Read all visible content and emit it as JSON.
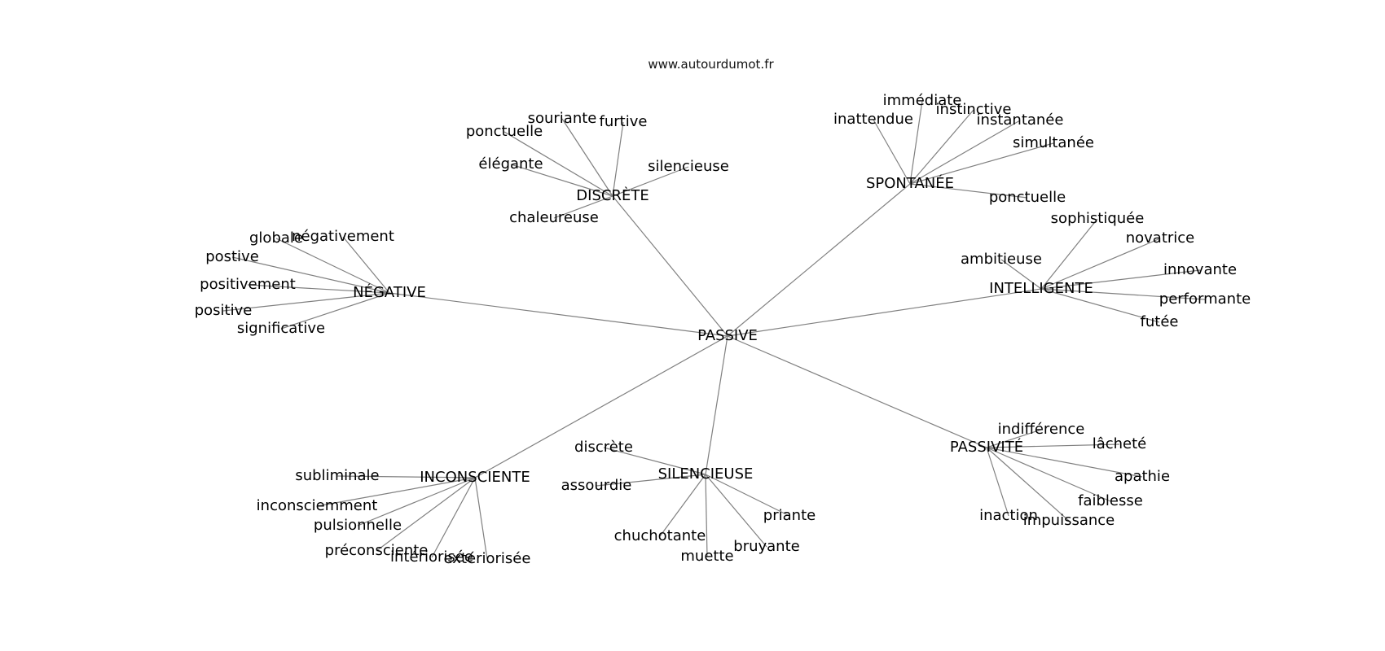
{
  "source": "www.autourdumot.fr",
  "graph": {
    "center": "PASSIVE",
    "clusters": [
      {
        "label": "DISCRÈTE",
        "words": [
          "souriante",
          "furtive",
          "ponctuelle",
          "élégante",
          "silencieuse",
          "chaleureuse"
        ]
      },
      {
        "label": "SPONTANÉE",
        "words": [
          "immédiate",
          "instinctive",
          "inattendue",
          "instantanée",
          "simultanée",
          "ponctuelle"
        ]
      },
      {
        "label": "NÉGATIVE",
        "words": [
          "globale",
          "négativement",
          "postive",
          "positivement",
          "positive",
          "significative"
        ]
      },
      {
        "label": "INTELLIGENTE",
        "words": [
          "sophistiquée",
          "novatrice",
          "ambitieuse",
          "innovante",
          "performante",
          "futée"
        ]
      },
      {
        "label": "INCONSCIENTE",
        "words": [
          "subliminale",
          "inconsciemment",
          "pulsionnelle",
          "préconsciente",
          "intériorisée",
          "extériorisée"
        ]
      },
      {
        "label": "SILENCIEUSE",
        "words": [
          "discrète",
          "assourdie",
          "priante",
          "chuchotante",
          "muette",
          "bruyante"
        ]
      },
      {
        "label": "PASSIVITÉ",
        "words": [
          "indifférence",
          "lâcheté",
          "apathie",
          "faiblesse",
          "inaction",
          "impuissance"
        ]
      }
    ]
  }
}
